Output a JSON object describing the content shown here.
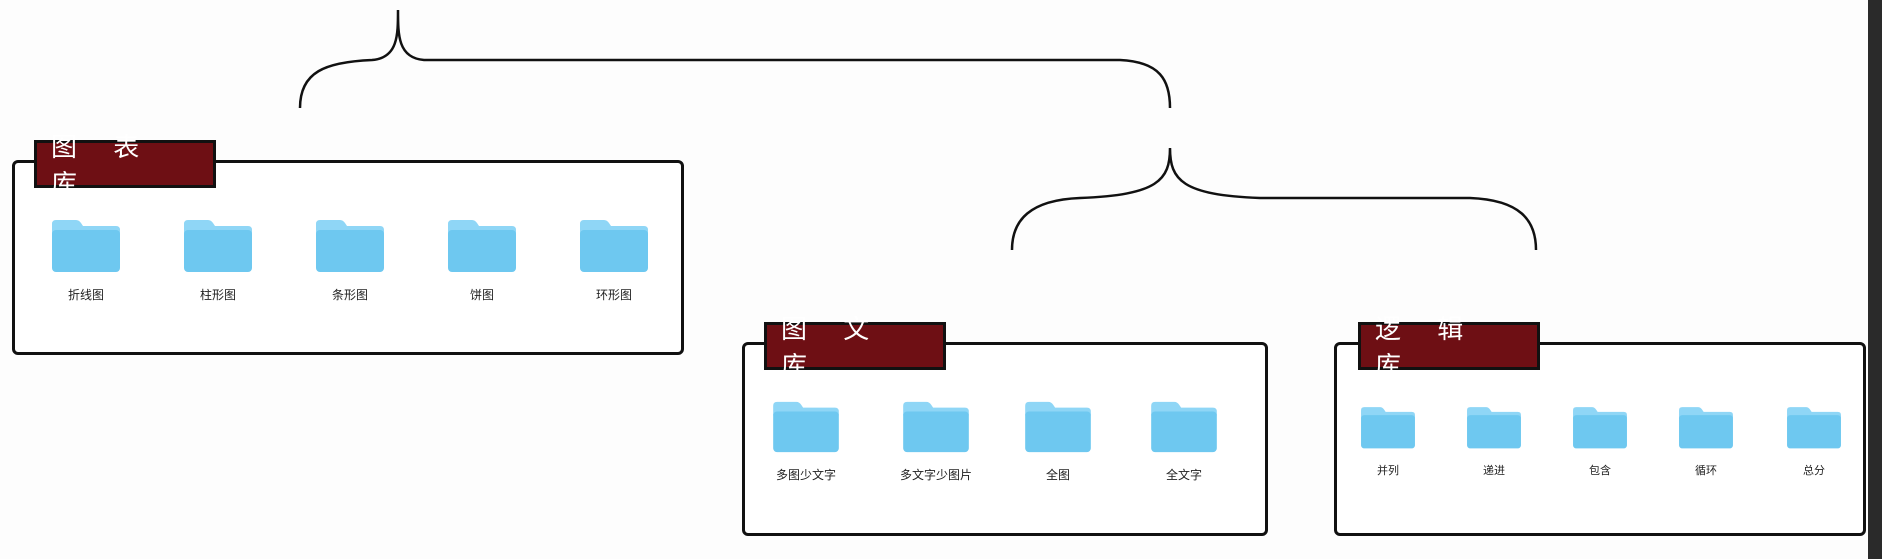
{
  "libraries": [
    {
      "title": "图 表 库",
      "folders": [
        "折线图",
        "柱形图",
        "条形图",
        "饼图",
        "环形图"
      ]
    },
    {
      "title": "图 文 库",
      "folders": [
        "多图少文字",
        "多文字少图片",
        "全图",
        "全文字"
      ]
    },
    {
      "title": "逻 辑 库",
      "folders": [
        "并列",
        "递进",
        "包含",
        "循环",
        "总分"
      ]
    }
  ],
  "colors": {
    "label_bg": "#6e0f14",
    "folder_body": "#6ec8f0",
    "folder_tab": "#8fd6f6",
    "border": "#111111"
  },
  "icons": {
    "folder": "folder-icon"
  }
}
